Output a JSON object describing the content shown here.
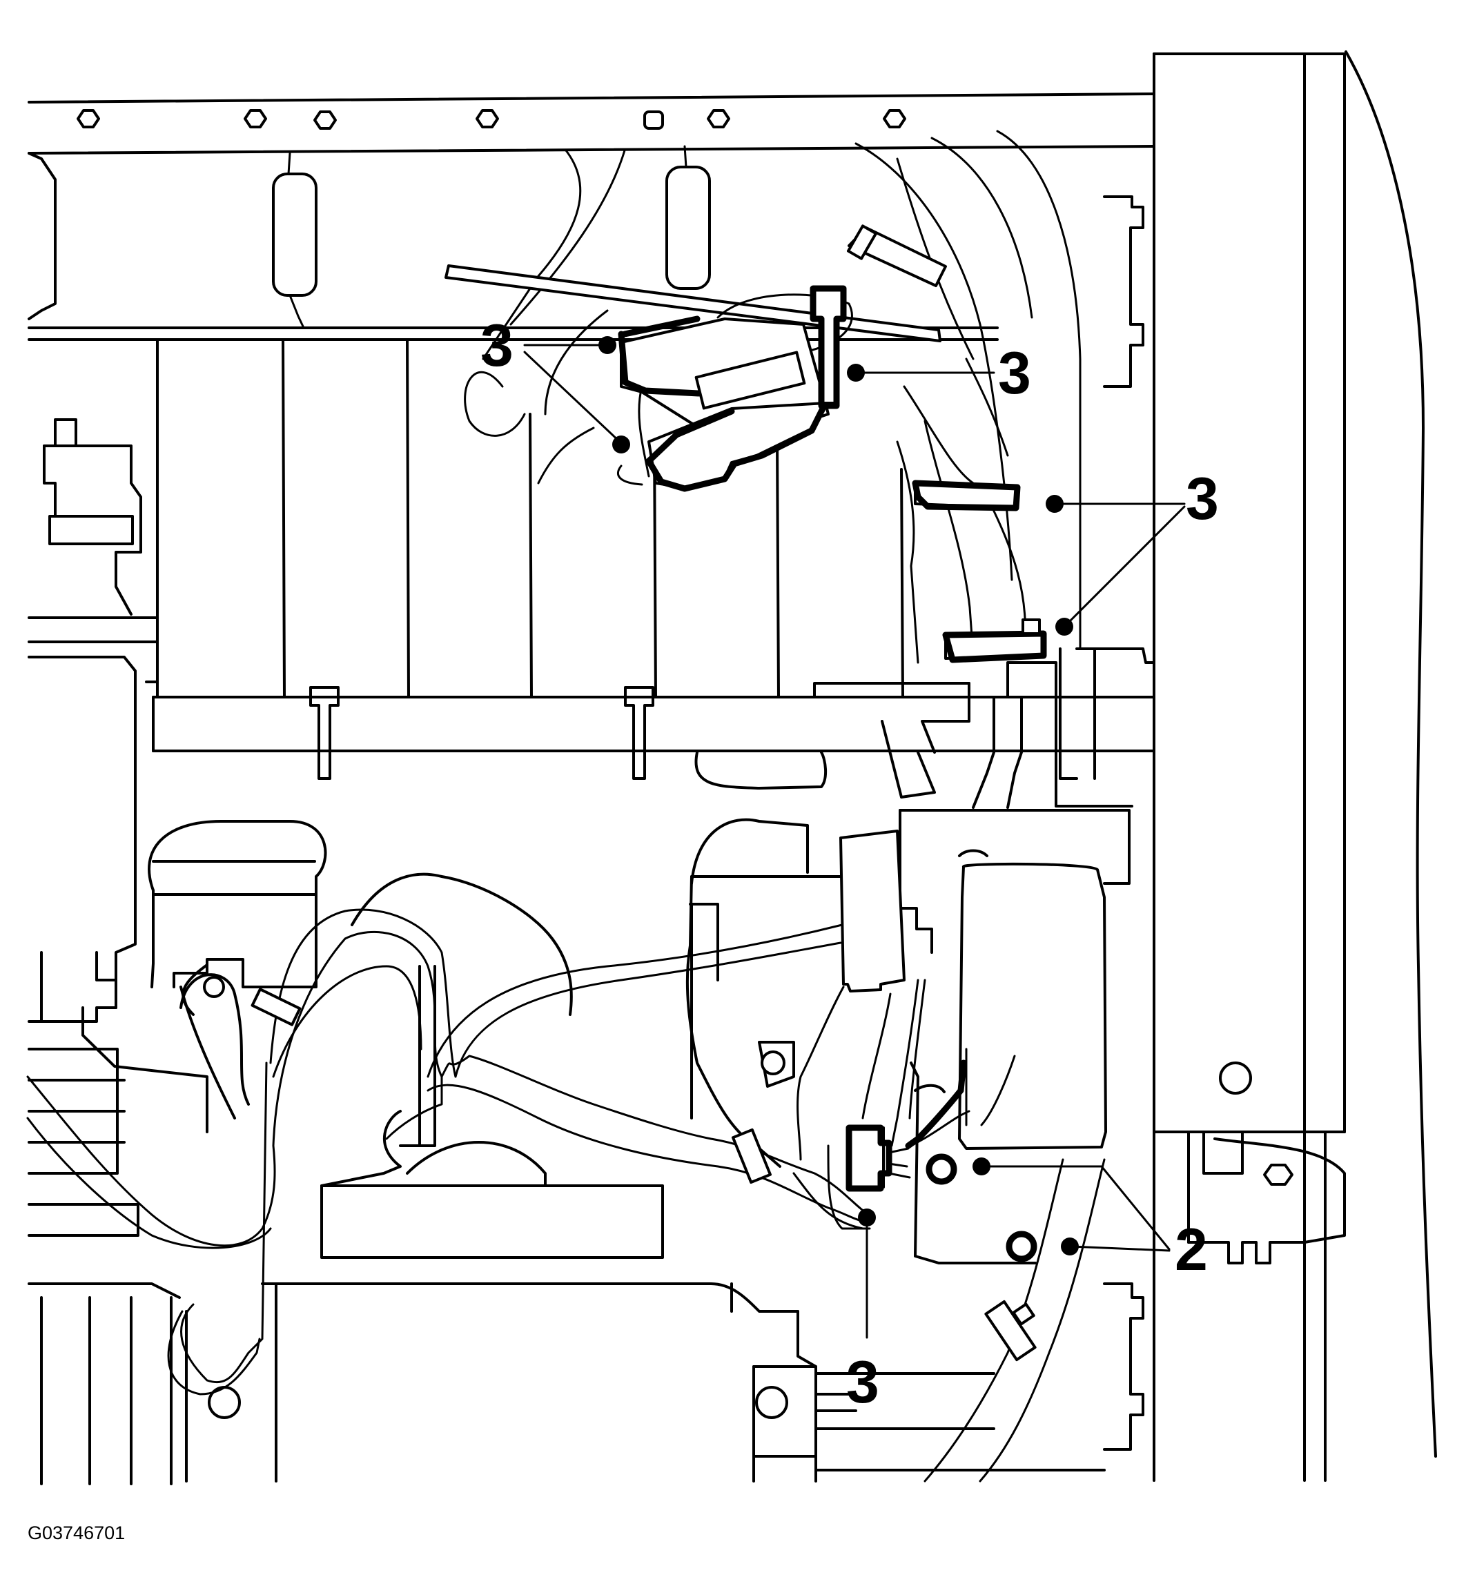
{
  "figure_id": "G03746701",
  "callouts": {
    "c1": "3",
    "c2": "3",
    "c3": "3",
    "c4": "2",
    "c5": "3"
  },
  "colors": {
    "line": "#000000",
    "background": "#ffffff"
  }
}
